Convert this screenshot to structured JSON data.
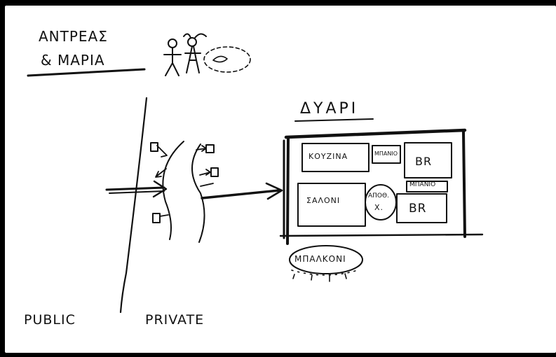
{
  "names": {
    "line1": "ΑΝΤΡΕΑΣ",
    "line2": "& ΜΑΡΙΑ"
  },
  "plan": {
    "title": "ΔΥΑΡΙ",
    "rooms": {
      "kitchen": "ΚΟΥΖΙΝΑ",
      "bath_top": "ΜΠΑΝΙΟ",
      "bedroom_top": "BR",
      "living": "ΣΑΛΟΝΙ",
      "storage_line1": "ΑΠΟΘ.",
      "storage_line2": "Χ.",
      "bath_mid": "ΜΠΑΝΙΟ",
      "bedroom_bottom": "BR"
    },
    "balcony": "ΜΠΑΛΚΟΝΙ"
  },
  "zones": {
    "public": "PUBLIC",
    "private": "PRIVATE"
  },
  "colors": {
    "ink": "#111111",
    "paper": "#ffffff",
    "frame": "#000000"
  }
}
